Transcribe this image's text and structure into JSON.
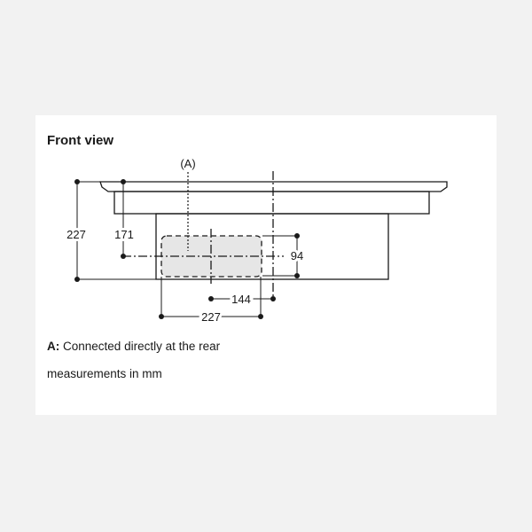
{
  "title": "Front view",
  "callout_label": "(A)",
  "dimensions": {
    "overall_height": "227",
    "inner_height": "171",
    "outlet_height": "94",
    "offset_width": "144",
    "outlet_width": "227"
  },
  "note": {
    "key": "A:",
    "text": "Connected directly at the rear"
  },
  "units_note": "measurements in mm",
  "colors": {
    "background": "#f2f2f2",
    "panel": "#ffffff",
    "line": "#1a1a1a",
    "outlet_fill": "#e6e6e6"
  }
}
